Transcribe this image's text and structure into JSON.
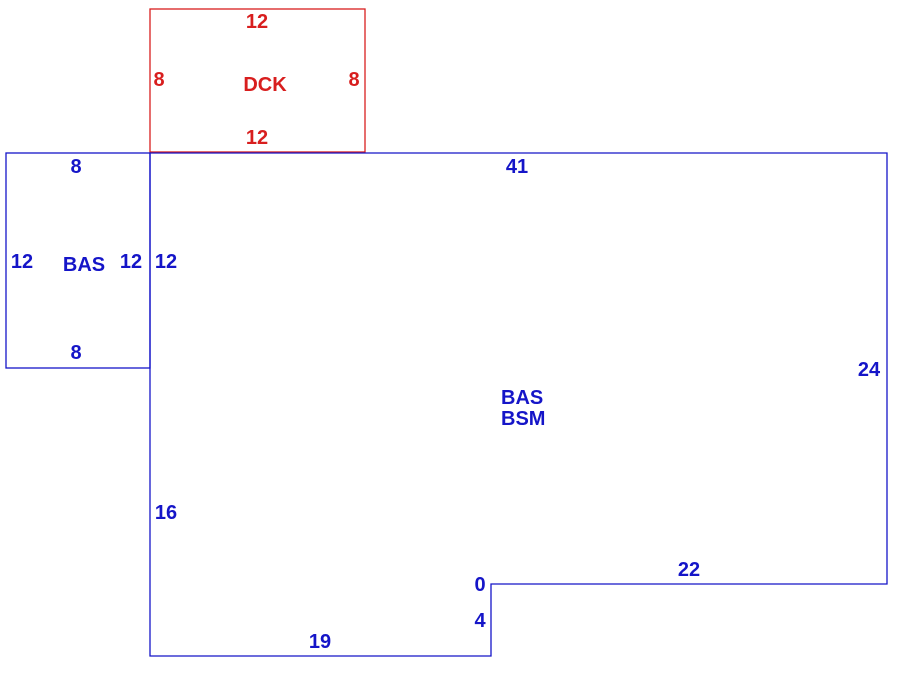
{
  "colors": {
    "deck": "#d81e1e",
    "living": "#1515c8",
    "background": "#ffffff"
  },
  "deck": {
    "code": "DCK",
    "top": "12",
    "bottom": "12",
    "left": "8",
    "right": "8"
  },
  "left_wing": {
    "code": "BAS",
    "top": "8",
    "bottom": "8",
    "left": "12",
    "right": "12"
  },
  "main": {
    "code_line1": "BAS",
    "code_line2": "BSM",
    "top": "41",
    "right": "24",
    "left_upper": "12",
    "left_lower": "16",
    "bottom_left": "19",
    "notch_step": "4",
    "notch_zero": "0",
    "bottom_right": "22"
  }
}
